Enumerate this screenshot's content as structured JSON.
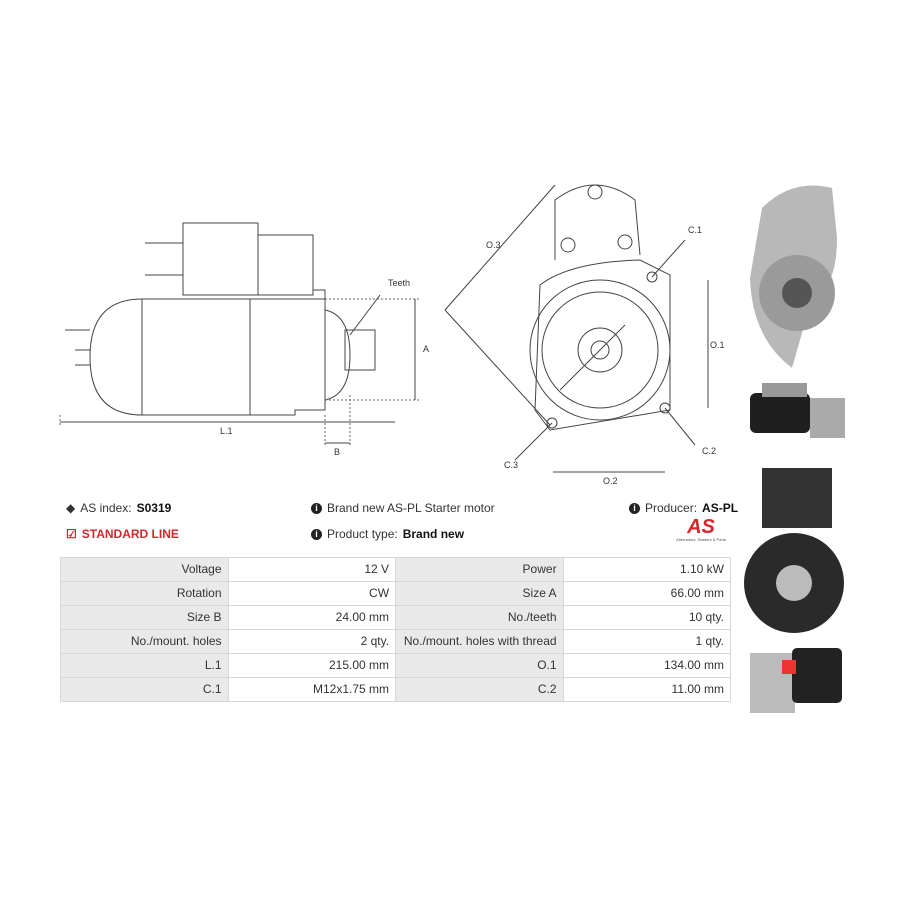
{
  "drawing_labels": {
    "teeth": "Teeth",
    "a": "A",
    "l1": "L.1",
    "b": "B",
    "o3": "O.3",
    "c1": "C.1",
    "o1": "O.1",
    "c2": "C.2",
    "c3": "C.3",
    "o2": "O.2"
  },
  "info": {
    "as_index_label": "AS index:",
    "as_index_value": "S0319",
    "line": "STANDARD LINE",
    "description": "Brand new AS-PL Starter motor",
    "product_type_label": "Product type:",
    "product_type_value": "Brand new",
    "producer_label": "Producer:",
    "producer_value": "AS-PL",
    "logo_text": "AS",
    "logo_tagline": "Alternators, Starters & Parts"
  },
  "specs": [
    [
      {
        "k": "Voltage",
        "v": "12 V"
      },
      {
        "k": "Power",
        "v": "1.10 kW"
      }
    ],
    [
      {
        "k": "Rotation",
        "v": "CW"
      },
      {
        "k": "Size A",
        "v": "66.00 mm"
      }
    ],
    [
      {
        "k": "Size B",
        "v": "24.00 mm"
      },
      {
        "k": "No./teeth",
        "v": "10 qty."
      }
    ],
    [
      {
        "k": "No./mount. holes",
        "v": "2 qty."
      },
      {
        "k": "No./mount. holes with thread",
        "v": "1 qty."
      }
    ],
    [
      {
        "k": "L.1",
        "v": "215.00 mm"
      },
      {
        "k": "O.1",
        "v": "134.00 mm"
      }
    ],
    [
      {
        "k": "C.1",
        "v": "M12x1.75 mm"
      },
      {
        "k": "C.2",
        "v": "11.00 mm"
      }
    ]
  ],
  "colors": {
    "accent": "#d7262b"
  }
}
